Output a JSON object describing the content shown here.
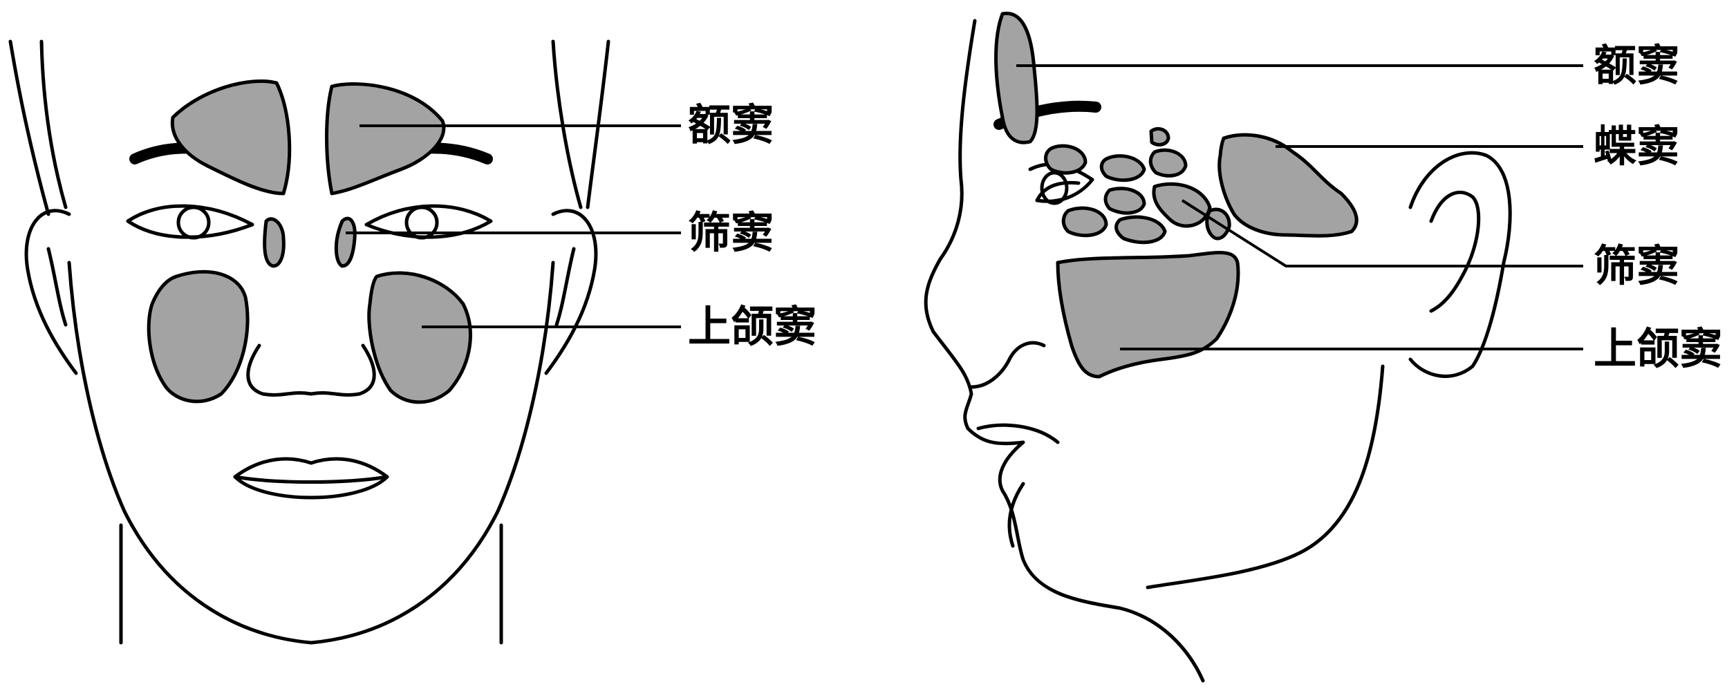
{
  "front_view": {
    "labels": {
      "frontal_sinus": "额窦",
      "ethmoid_sinus": "筛窦",
      "maxillary_sinus": "上颌窦"
    }
  },
  "side_view": {
    "labels": {
      "frontal_sinus": "额窦",
      "sphenoid_sinus": "蝶窦",
      "ethmoid_sinus": "筛窦",
      "maxillary_sinus": "上颌窦"
    }
  },
  "colors": {
    "sinus_fill": "#a3a3a3",
    "line": "#000000",
    "background": "#ffffff"
  }
}
